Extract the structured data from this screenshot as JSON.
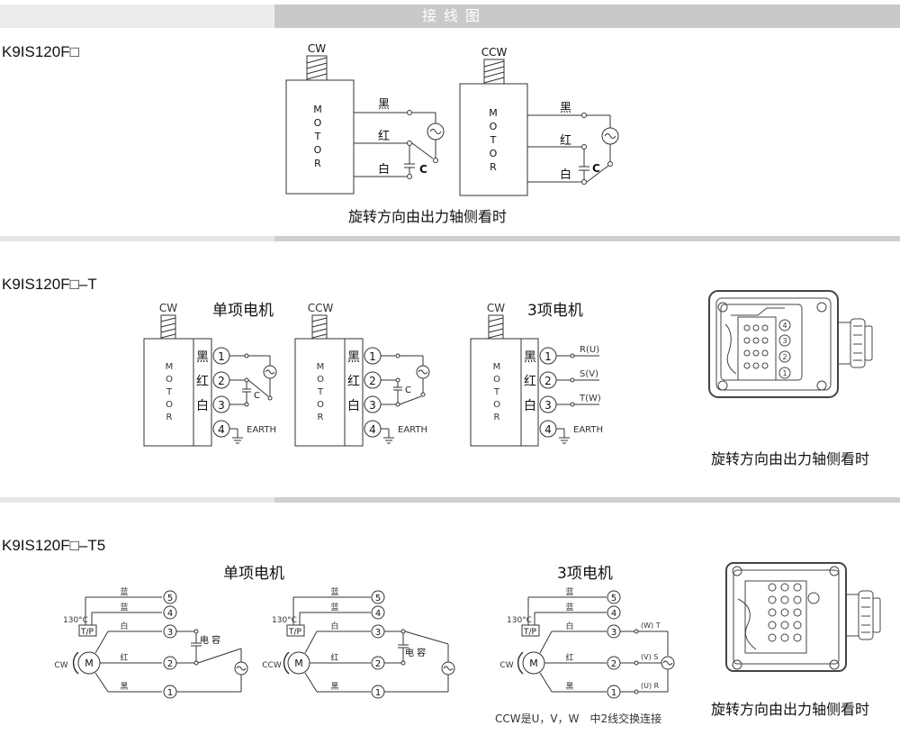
{
  "header": {
    "title": "接线图"
  },
  "sections": [
    {
      "model": "K9IS120F□",
      "caption": "旋转方向由出力轴侧看时",
      "diagrams": [
        {
          "direction": "CW",
          "motor_label": [
            "M",
            "O",
            "T",
            "O",
            "R"
          ],
          "wires": [
            "黑",
            "红",
            "白"
          ],
          "capacitor": "C"
        },
        {
          "direction": "CCW",
          "motor_label": [
            "M",
            "O",
            "T",
            "O",
            "R"
          ],
          "wires": [
            "黑",
            "红",
            "白"
          ],
          "capacitor": "C"
        }
      ]
    },
    {
      "model": "K9IS120F□–T",
      "caption": "旋转方向由出力轴侧看时",
      "single_phase_title": "单项电机",
      "three_phase_title": "3项电机",
      "diagrams": [
        {
          "direction": "CW",
          "wires": [
            "黑",
            "红",
            "白"
          ],
          "terminals": [
            "1",
            "2",
            "3",
            "4"
          ],
          "capacitor": "C",
          "earth": "EARTH"
        },
        {
          "direction": "CCW",
          "wires": [
            "黑",
            "红",
            "白"
          ],
          "terminals": [
            "1",
            "2",
            "3",
            "4"
          ],
          "capacitor": "C",
          "earth": "EARTH"
        },
        {
          "direction": "CW",
          "wires": [
            "黑",
            "红",
            "白"
          ],
          "terminals": [
            "1",
            "2",
            "3",
            "4"
          ],
          "phases": [
            "R(U)",
            "S(V)",
            "T(W)"
          ],
          "earth": "EARTH"
        }
      ],
      "terminal_box_numbers": [
        "4",
        "3",
        "2",
        "1"
      ]
    },
    {
      "model": "K9IS120F□–T5",
      "caption": "旋转方向由出力轴侧看时",
      "single_phase_title": "单项电机",
      "three_phase_title": "3项电机",
      "thermal": "130°C",
      "tp": "T/P",
      "wires": [
        "蓝",
        "蓝",
        "白",
        "红",
        "黑"
      ],
      "terminals": [
        "5",
        "4",
        "3",
        "2",
        "1"
      ],
      "capacitor": "电 容",
      "motor": "M",
      "diagrams": [
        {
          "direction": "CW"
        },
        {
          "direction": "CCW"
        },
        {
          "direction": "CW",
          "phases": [
            "(W) T",
            "(V) S",
            "(U) R"
          ]
        }
      ],
      "note": "CCW是U，V，W　中2线交换连接"
    }
  ]
}
